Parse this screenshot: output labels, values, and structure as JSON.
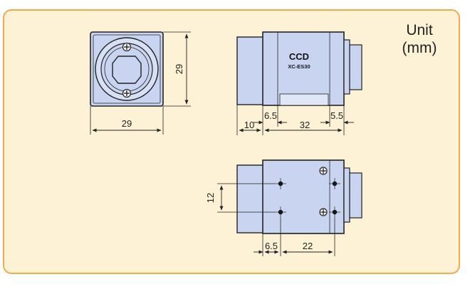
{
  "unit_label": {
    "line1": "Unit",
    "line2": "(mm)"
  },
  "camera": {
    "brand": "CCD",
    "model": "XC-ES30"
  },
  "front_view": {
    "width": "29",
    "height": "29"
  },
  "side_view": {
    "front_length": "10",
    "body_length": "32",
    "left_offset": "6.5",
    "right_offset": "5.5"
  },
  "bottom_view": {
    "hole_spacing_vertical": "12",
    "hole_offset": "6.5",
    "hole_spacing_horizontal": "22"
  },
  "colors": {
    "panel_bg": "#fdf1d6",
    "panel_border": "#f5a94a",
    "body_fill": "#c9d5f0",
    "line": "#222222"
  }
}
